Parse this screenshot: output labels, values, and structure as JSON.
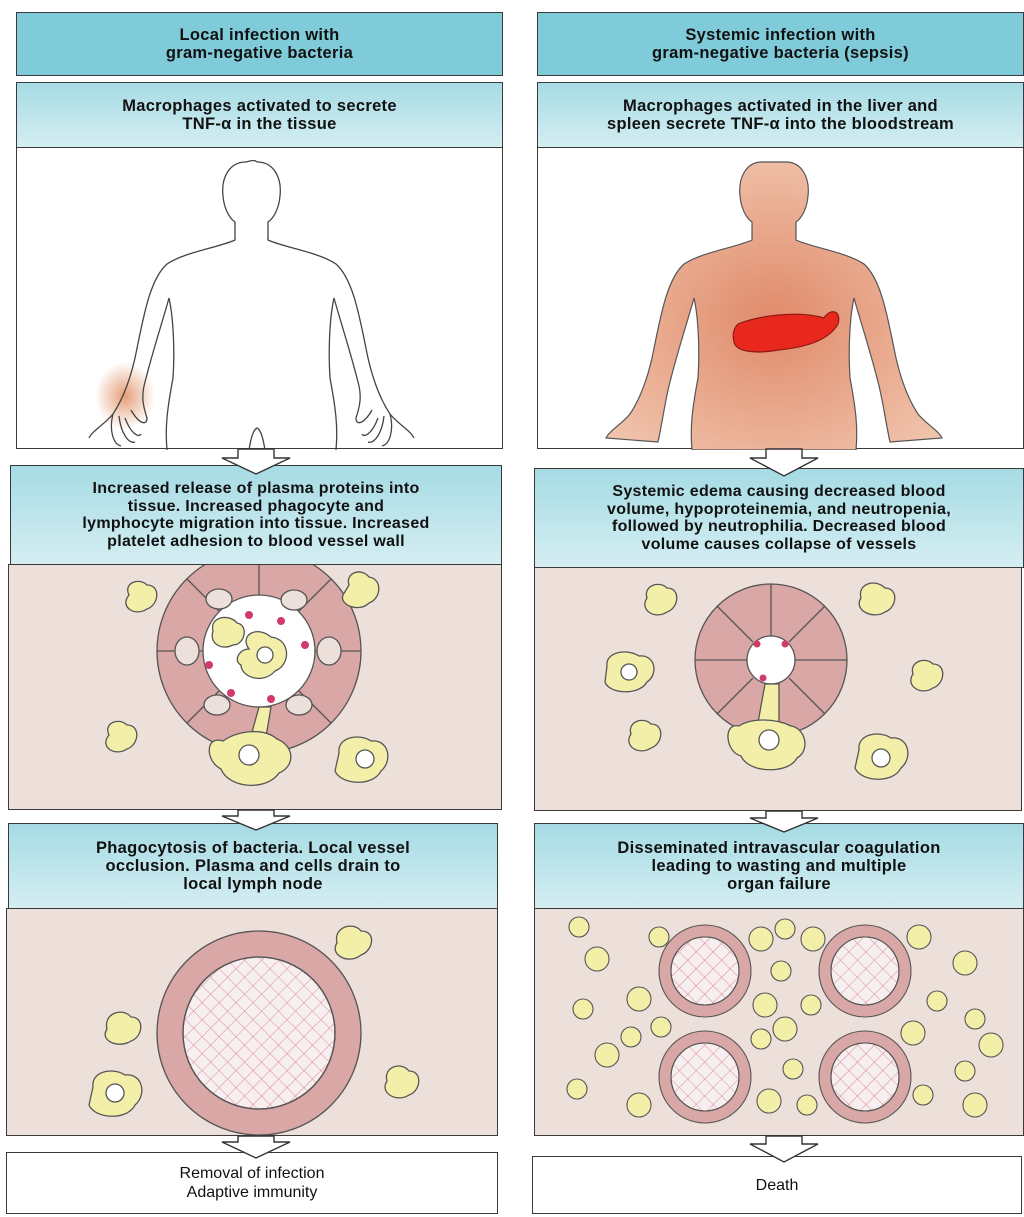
{
  "left": {
    "title": "Local infection with\ngram-negative bacteria",
    "step1": "Macrophages activated to secrete\nTNF-α in the tissue",
    "step2": "Increased release of plasma proteins into\ntissue. Increased phagocyte and\nlymphocyte migration into tissue. Increased\nplatelet adhesion to blood vessel wall",
    "step3": "Phagocytosis of bacteria. Local vessel\nocclusion. Plasma and cells drain to\nlocal lymph node",
    "outcome": "Removal of infection\nAdaptive immunity"
  },
  "right": {
    "title": "Systemic infection with\ngram-negative bacteria (sepsis)",
    "step1": "Macrophages activated in the liver and\nspleen secrete TNF-α into the bloodstream",
    "step2": "Systemic edema causing decreased blood\nvolume, hypoproteinemia, and neutropenia,\nfollowed by neutrophilia. Decreased blood\nvolume causes collapse of vessels",
    "step3": "Disseminated intravascular coagulation\nleading to wasting and multiple\norgan failure",
    "outcome": "Death"
  },
  "colors": {
    "header": "#7fcbd9",
    "panel": "#ede0db",
    "cell_wall": "#d9a8a6",
    "macrophage": "#f4efa8",
    "liver": "#e8281c",
    "skin": "#e8b69c"
  }
}
